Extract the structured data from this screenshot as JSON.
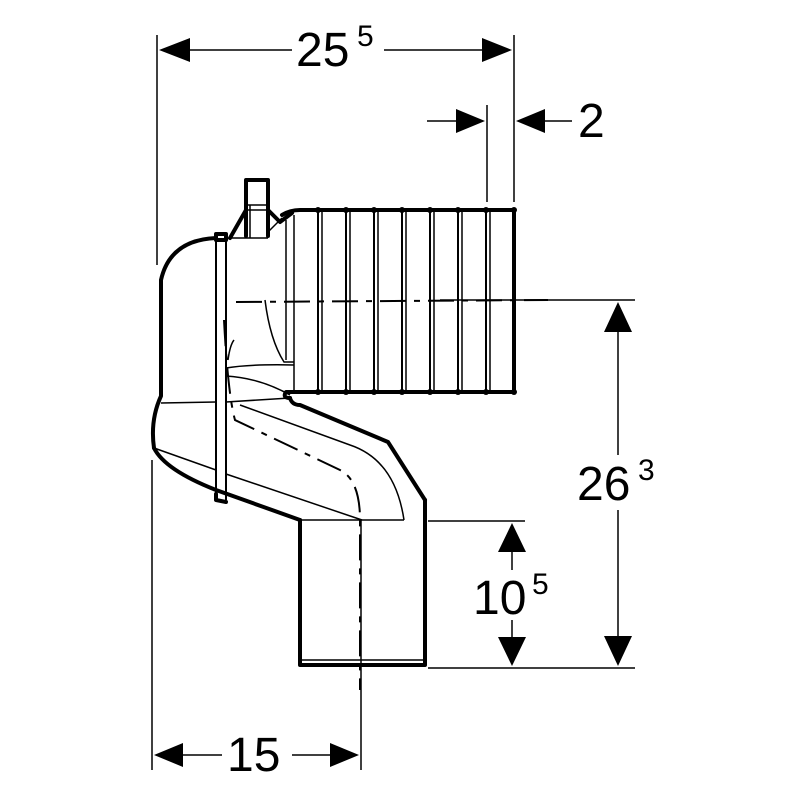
{
  "drawing": {
    "subject": "pipe-bend-fitting-technical-drawing",
    "background_color": "#ffffff",
    "line_color": "#000000"
  },
  "dimensions": {
    "overall_width": {
      "main": "25",
      "sup": "5",
      "label": "25⁵"
    },
    "sleeve_insert": {
      "main": "2",
      "sup": "",
      "label": "2"
    },
    "overall_height": {
      "main": "26",
      "sup": "3",
      "label": "26³"
    },
    "outlet_height": {
      "main": "10",
      "sup": "5",
      "label": "10⁵"
    },
    "outlet_offset": {
      "main": "15",
      "sup": "",
      "label": "15"
    }
  }
}
